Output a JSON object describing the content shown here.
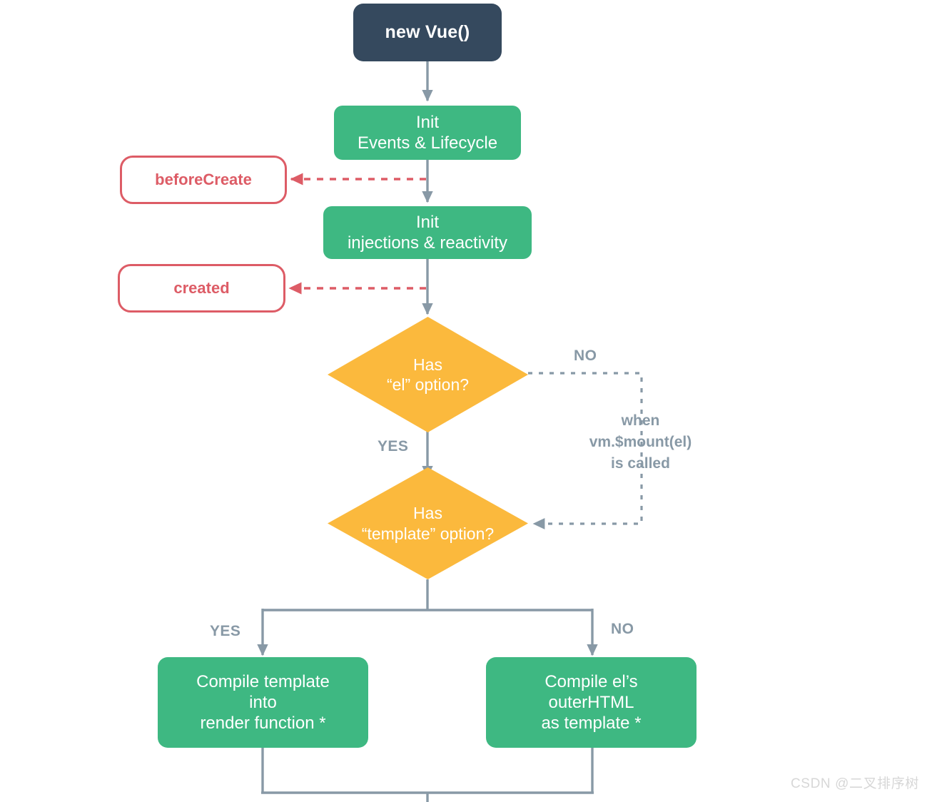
{
  "diagram": {
    "title": "Vue Instance Lifecycle",
    "colors": {
      "root": "#35495e",
      "process": "#3eb882",
      "decision": "#fbb93d",
      "hook": "#dd5c66",
      "connector": "#8899a6",
      "background": "#ffffff",
      "watermark": "#d7d7d7"
    },
    "nodes": {
      "root": {
        "label": "new Vue()"
      },
      "init_events": {
        "line1": "Init",
        "line2": "Events & Lifecycle"
      },
      "init_injections": {
        "line1": "Init",
        "line2": "injections & reactivity"
      },
      "hook_before_create": {
        "label": "beforeCreate"
      },
      "hook_created": {
        "label": "created"
      },
      "decision_el": {
        "line1": "Has",
        "line2": "“el” option?"
      },
      "decision_template": {
        "line1": "Has",
        "line2": "“template” option?"
      },
      "compile_template": {
        "line1": "Compile template",
        "line2": "into",
        "line3": "render function *"
      },
      "compile_el": {
        "line1": "Compile el’s",
        "line2": "outerHTML",
        "line3": "as template *"
      }
    },
    "edge_labels": {
      "el_no": "NO",
      "el_yes": "YES",
      "mount_note": "when\nvm.$mount(el)\nis called",
      "template_yes": "YES",
      "template_no": "NO"
    },
    "watermark": "CSDN @二叉排序树"
  }
}
